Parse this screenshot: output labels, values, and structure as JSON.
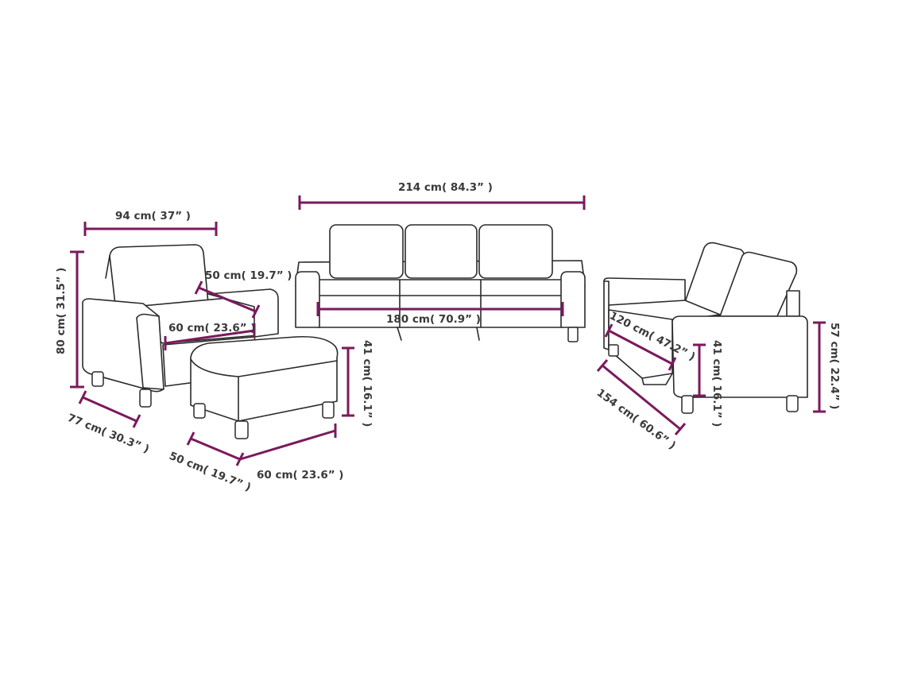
{
  "colors": {
    "dimension_line": "#7a1a5c",
    "outline": "#2a2a2a",
    "label": "#3a3a3a",
    "background": "#ffffff"
  },
  "armchair": {
    "width": "94 cm( 37” )",
    "height": "80 cm( 31.5” )",
    "depth": "77 cm( 30.3” )",
    "seat_depth": "50 cm( 19.7” )",
    "seat_width": "60 cm( 23.6” )"
  },
  "footstool": {
    "height": "41 cm( 16.1” )",
    "depth": "50 cm( 19.7” )",
    "width": "60 cm( 23.6” )"
  },
  "three_seater": {
    "width": "214 cm( 84.3” )",
    "seat_width": "180 cm( 70.9” )"
  },
  "two_seater": {
    "seat_width": "120 cm( 47.2” )",
    "width": "154 cm( 60.6” )",
    "seat_height": "41 cm( 16.1” )",
    "height": "57 cm( 22.4” )"
  }
}
